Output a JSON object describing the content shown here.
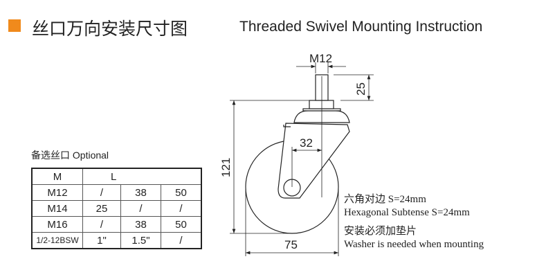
{
  "header": {
    "title_cn": "丝口万向安装尺寸图",
    "title_en": "Threaded Swivel Mounting Instruction",
    "accent": "#f08a1c"
  },
  "table": {
    "caption": "备选丝口 Optional",
    "headers": [
      "M",
      "L"
    ],
    "rows": [
      [
        "M12",
        "/",
        "38",
        "50"
      ],
      [
        "M14",
        "25",
        "/",
        "/"
      ],
      [
        "M16",
        "/",
        "38",
        "50"
      ],
      [
        "1/2-12BSW",
        "1\"",
        "1.5\"",
        "/"
      ]
    ]
  },
  "dimensions": {
    "thread": "M12",
    "stem_length": "25",
    "height": "121",
    "offset": "32",
    "wheel_diameter": "75"
  },
  "notes": [
    "六角对边 S=24mm",
    "Hexagonal Subtense S=24mm",
    "安装必须加垫片",
    "Washer is needed when mounting"
  ]
}
